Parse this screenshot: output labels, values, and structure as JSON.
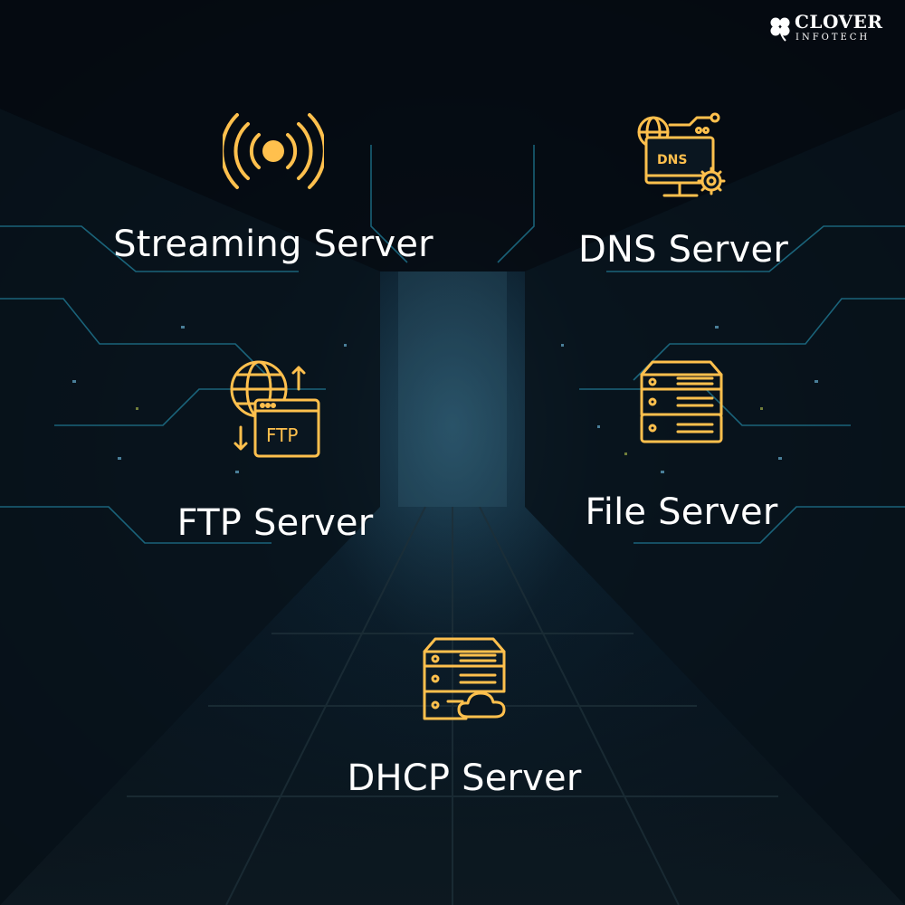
{
  "brand": {
    "name": "CLOVER",
    "tagline": "INFOTECH"
  },
  "colors": {
    "accent": "#FFC04D",
    "text": "#FFFFFF",
    "background": "#071420"
  },
  "items": [
    {
      "label": "Streaming Server",
      "icon": "broadcast-signal-icon"
    },
    {
      "label": "DNS Server",
      "icon": "dns-monitor-icon"
    },
    {
      "label": "FTP Server",
      "icon": "ftp-globe-icon"
    },
    {
      "label": "File Server",
      "icon": "server-rack-icon"
    },
    {
      "label": "DHCP Server",
      "icon": "cloud-server-icon"
    }
  ]
}
